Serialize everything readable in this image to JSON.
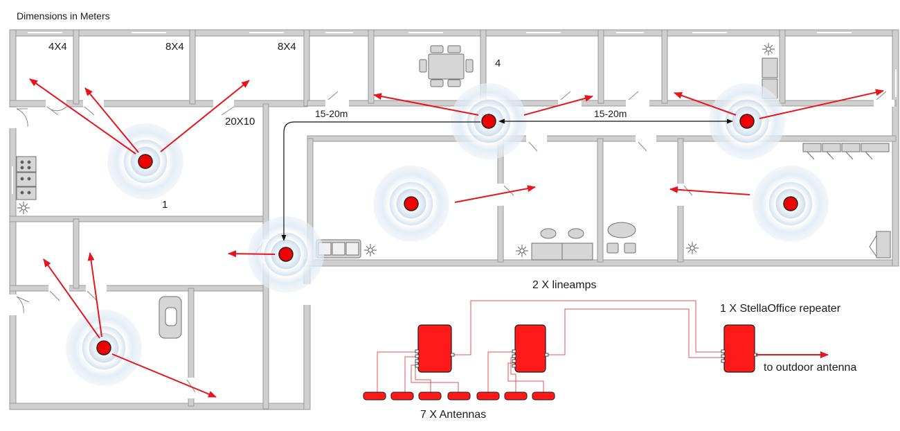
{
  "title": "Dimensions in Meters",
  "room_sizes": {
    "room_a": "4X4",
    "room_b": "8X4",
    "room_c": "8X4",
    "room_d": "20X10"
  },
  "room_numbers": {
    "first": "1",
    "fourth": "4"
  },
  "distances": {
    "left_span": "15-20m",
    "right_span": "15-20m"
  },
  "legend": {
    "lineamps": "2 X lineamps",
    "repeater": "1 X StellaOffice repeater",
    "antennas": "7 X Antennas",
    "outdoor": "to outdoor antenna"
  },
  "colors": {
    "wall": "#c8c8c8",
    "wall_edge": "#9a9a9a",
    "signal": "#e8141b",
    "halo": "#9dbbd9",
    "hardware": "#ff1a1a",
    "cable": "#e05050"
  },
  "icons": [
    "antenna-dot-icon",
    "signal-arrow-icon",
    "plant-icon",
    "table-icon",
    "sofa-icon",
    "sink-icon",
    "lineamp-icon",
    "repeater-icon",
    "ceiling-antenna-icon"
  ]
}
